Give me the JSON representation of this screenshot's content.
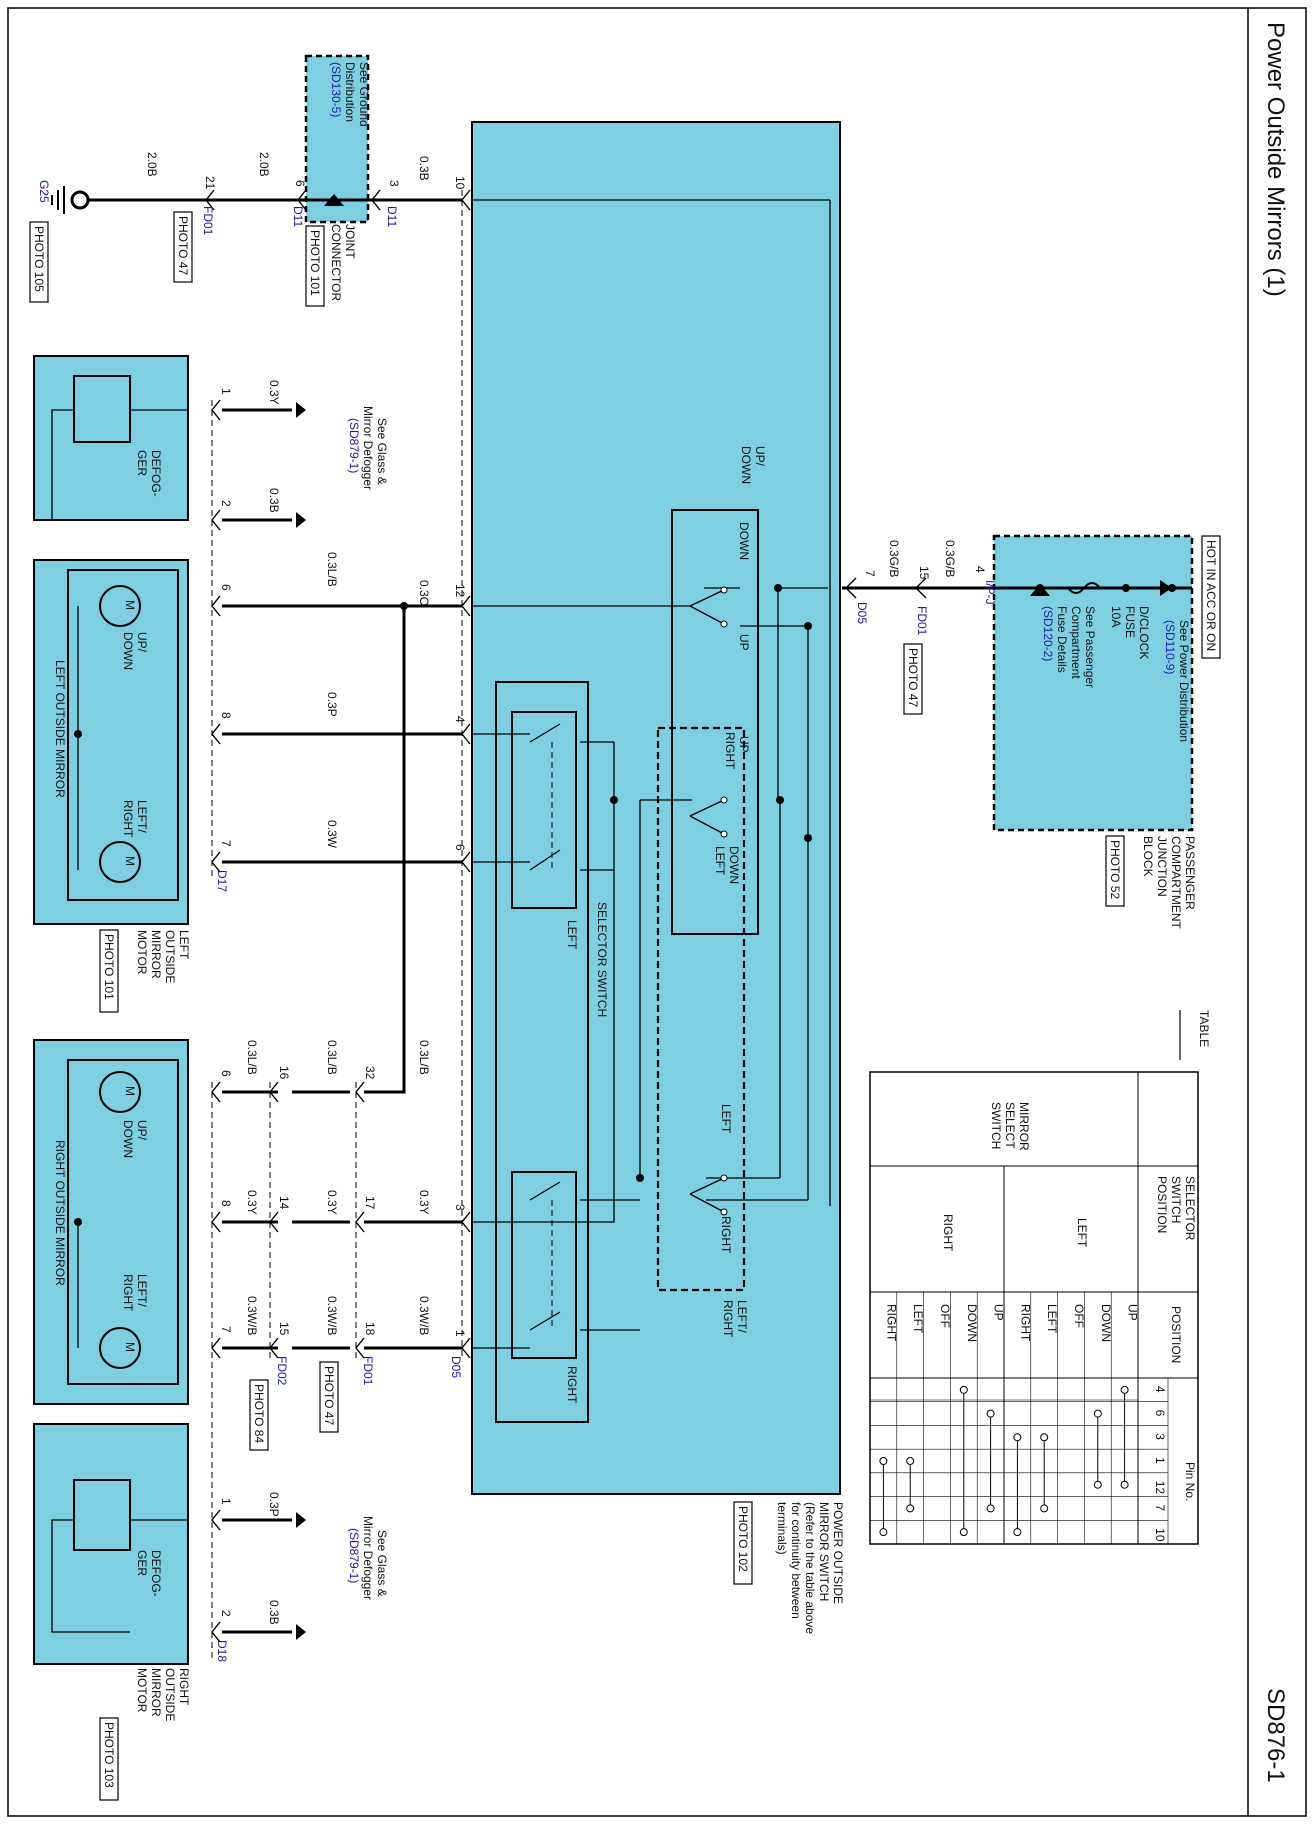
{
  "title": "Power Outside Mirrors (1)",
  "page_code": "SD876-1",
  "junction_block": {
    "hot_label": "HOT IN ACC OR ON",
    "ref_power": "See Power Distribution",
    "ref_power_link": "(SD110-9)",
    "fuse_name": "D/CLOCK",
    "fuse_type": "FUSE",
    "fuse_rating": "10A",
    "ref_fuse": [
      "See Passenger",
      "Compartment",
      "Fuse Details"
    ],
    "ref_fuse_link": "(SD120-2)",
    "connector": "I/P-J",
    "name": [
      "PASSENGER",
      "COMPARTMENT",
      "JUNCTION",
      "BLOCK"
    ],
    "photo": "PHOTO 52"
  },
  "feed": {
    "pin_4": "4",
    "wire_1": "0.3G/B",
    "pin_15": "15",
    "fd01": "FD01",
    "photo_47": "PHOTO 47",
    "wire_2": "0.3G/B",
    "pin_7": "7",
    "d05": "D05"
  },
  "ground": {
    "ref": [
      "See Ground",
      "Distribution"
    ],
    "ref_link": "(SD130-5)",
    "pin_3": "3",
    "pin_6": "6",
    "d11_a": "D11",
    "d11_b": "D11",
    "joint": [
      "JOINT",
      "CONNECTOR"
    ],
    "joint_photo": "PHOTO 101",
    "wire_a": "0.3B",
    "wire_b": "2.0B",
    "wire_c": "2.0B",
    "pin_21": "21",
    "fd01": "FD01",
    "photo_47": "PHOTO 47",
    "g25": "G25",
    "photo_105": "PHOTO 105",
    "pin_10": "10"
  },
  "switch": {
    "updown_group": [
      "UP/",
      "DOWN"
    ],
    "down": "DOWN",
    "up": "UP",
    "leftright_group": [
      "LEFT/",
      "RIGHT"
    ],
    "up_right": [
      "UP",
      "RIGHT"
    ],
    "down_left": [
      "DOWN",
      "LEFT"
    ],
    "left": "LEFT",
    "right": "RIGHT",
    "selector": "SELECTOR SWITCH",
    "sel_left": "LEFT",
    "sel_right": "RIGHT",
    "pins": [
      "12",
      "4",
      "6",
      "3",
      "1"
    ],
    "name": [
      "POWER OUTSIDE",
      "MIRROR SWITCH",
      "(Refer to the table above",
      "for continuity between",
      "terminals)"
    ],
    "photo": "PHOTO 102"
  },
  "left_defogger": {
    "ref": [
      "See Glass &",
      "Mirror Defogger"
    ],
    "ref_link": "(SD879-1)",
    "pin_1": "1",
    "pin_2": "2",
    "wire_1": "0.3Y",
    "wire_2": "0.3B",
    "label": [
      "DEFOG-",
      "GER"
    ]
  },
  "left_mirror": {
    "name": "LEFT OUTSIDE MIRROR",
    "updown": [
      "UP/",
      "DOWN"
    ],
    "leftright": [
      "LEFT/",
      "RIGHT"
    ],
    "motor": "M",
    "pin_6": "6",
    "pin_8": "8",
    "pin_7": "7",
    "d17": "D17",
    "w_lb": "0.3L/B",
    "w_o": "0.3O",
    "w_p": "0.3P",
    "w_w": "0.3W",
    "motor_name": [
      "LEFT",
      "OUTSIDE",
      "MIRROR",
      "MOTOR"
    ],
    "photo": "PHOTO 101"
  },
  "right_mirror": {
    "name": "RIGHT OUTSIDE MIRROR",
    "updown": [
      "UP/",
      "DOWN"
    ],
    "leftright": [
      "LEFT/",
      "RIGHT"
    ],
    "motor": "M",
    "pins_mirror": [
      "6",
      "8",
      "7"
    ],
    "pins_fd02": [
      "16",
      "14",
      "15"
    ],
    "pins_fd01": [
      "32",
      "17",
      "18"
    ],
    "w_lb1": "0.3L/B",
    "w_lb2": "0.3L/B",
    "w_lb3": "0.3L/B",
    "w_y1": "0.3Y",
    "w_y2": "0.3Y",
    "w_y3": "0.3Y",
    "w_wb1": "0.3W/B",
    "w_wb2": "0.3W/B",
    "w_wb3": "0.3W/B",
    "fd02": "FD02",
    "photo_84": "PHOTO 84",
    "fd01": "FD01",
    "photo_47": "PHOTO 47",
    "d05": "D05",
    "motor_name": [
      "RIGHT",
      "OUTSIDE",
      "MIRROR",
      "MOTOR"
    ],
    "photo": "PHOTO 103"
  },
  "right_defogger": {
    "ref": [
      "See Glass &",
      "Mirror Defogger"
    ],
    "ref_link": "(SD879-1)",
    "pin_1": "1",
    "pin_2": "2",
    "wire_1": "0.3P",
    "wire_2": "0.3B",
    "d18": "D18",
    "label": [
      "DEFOG-",
      "GER"
    ]
  },
  "table": {
    "caption": "TABLE",
    "col_mirror": [
      "MIRROR",
      "SELECT",
      "SWITCH"
    ],
    "col_selector": [
      "SELECTOR",
      "SWITCH",
      "POSITION"
    ],
    "col_position": "POSITION",
    "pin_header": "Pin No.",
    "pins": [
      "4",
      "6",
      "3",
      "1",
      "12",
      "7",
      "10"
    ],
    "groups": [
      "LEFT",
      "RIGHT"
    ],
    "positions": [
      "UP",
      "DOWN",
      "OFF",
      "LEFT",
      "RIGHT"
    ]
  }
}
